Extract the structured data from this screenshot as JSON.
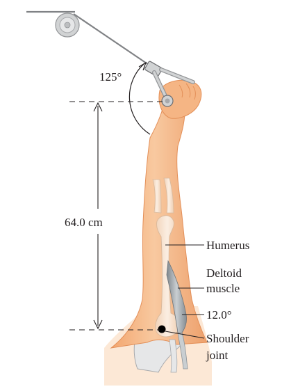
{
  "labels": {
    "angle_top": "125°",
    "distance": "64.0 cm",
    "humerus": "Humerus",
    "deltoid_line1": "Deltoid",
    "deltoid_line2": "muscle",
    "angle_muscle": "12.0°",
    "shoulder_line1": "Shoulder",
    "shoulder_line2": "joint"
  },
  "colors": {
    "skin": "#f5b584",
    "skin_shade": "#e99c66",
    "bone": "#f6e2cf",
    "muscle": "#9da5ab",
    "cable": "#808285",
    "pulley": "#c7c8ca",
    "line": "#231f20"
  }
}
